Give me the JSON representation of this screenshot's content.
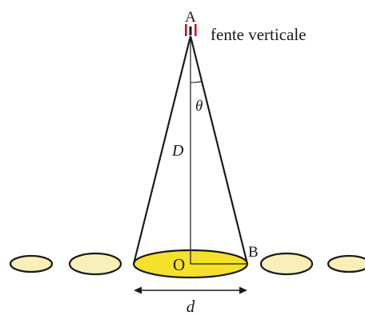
{
  "labels": {
    "apex": "A",
    "slit_caption": "fente verticale",
    "angle": "θ",
    "distance": "D",
    "center": "O",
    "edge_point": "B",
    "diameter": "d"
  },
  "colors": {
    "central_spot": "#f5e02a",
    "side_spots": "#f8f0b8",
    "outline": "#1a1a1a",
    "slit": "#d0102a"
  }
}
